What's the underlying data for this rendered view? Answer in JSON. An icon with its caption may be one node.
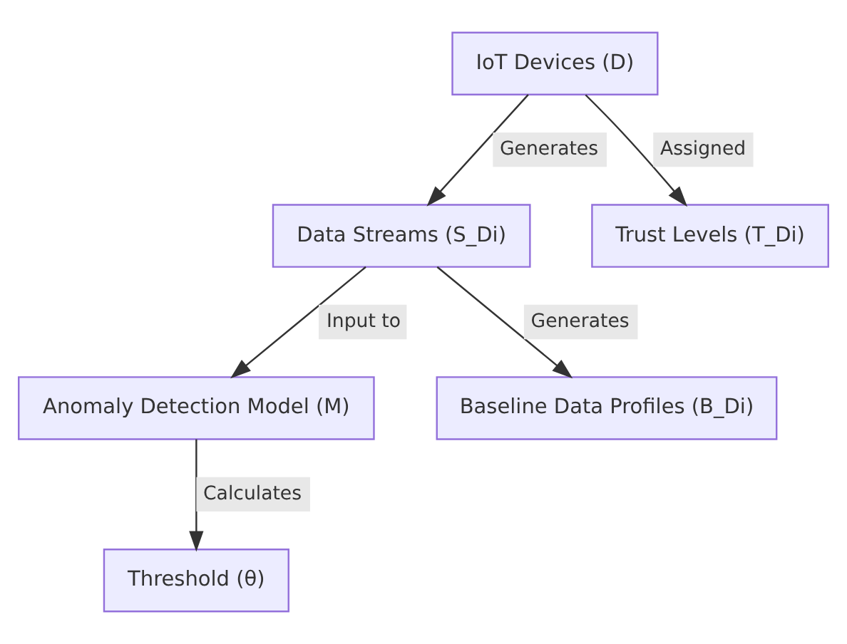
{
  "diagram": {
    "nodes": [
      {
        "text": [
          "IoT Devices (D)"
        ]
      },
      {
        "text": [
          "Data Streams (S_Di)"
        ]
      },
      {
        "text": [
          "Trust Levels (T_Di)"
        ]
      },
      {
        "text": [
          "Anomaly Detection Model (M)"
        ]
      },
      {
        "text": [
          "Baseline Data Profiles (B_Di)"
        ]
      },
      {
        "text": [
          "Threshold (θ)"
        ]
      }
    ],
    "edges": [
      {
        "from": 0,
        "to": 1,
        "arrow": "to",
        "label": "Generates"
      },
      {
        "from": 0,
        "to": 2,
        "arrow": "to",
        "label": "Assigned"
      },
      {
        "from": 1,
        "to": 3,
        "arrow": "to",
        "label": "Input to"
      },
      {
        "from": 1,
        "to": 4,
        "arrow": "to",
        "label": "Generates"
      },
      {
        "from": 3,
        "to": 5,
        "arrow": "to",
        "label": "Calculates"
      }
    ]
  }
}
